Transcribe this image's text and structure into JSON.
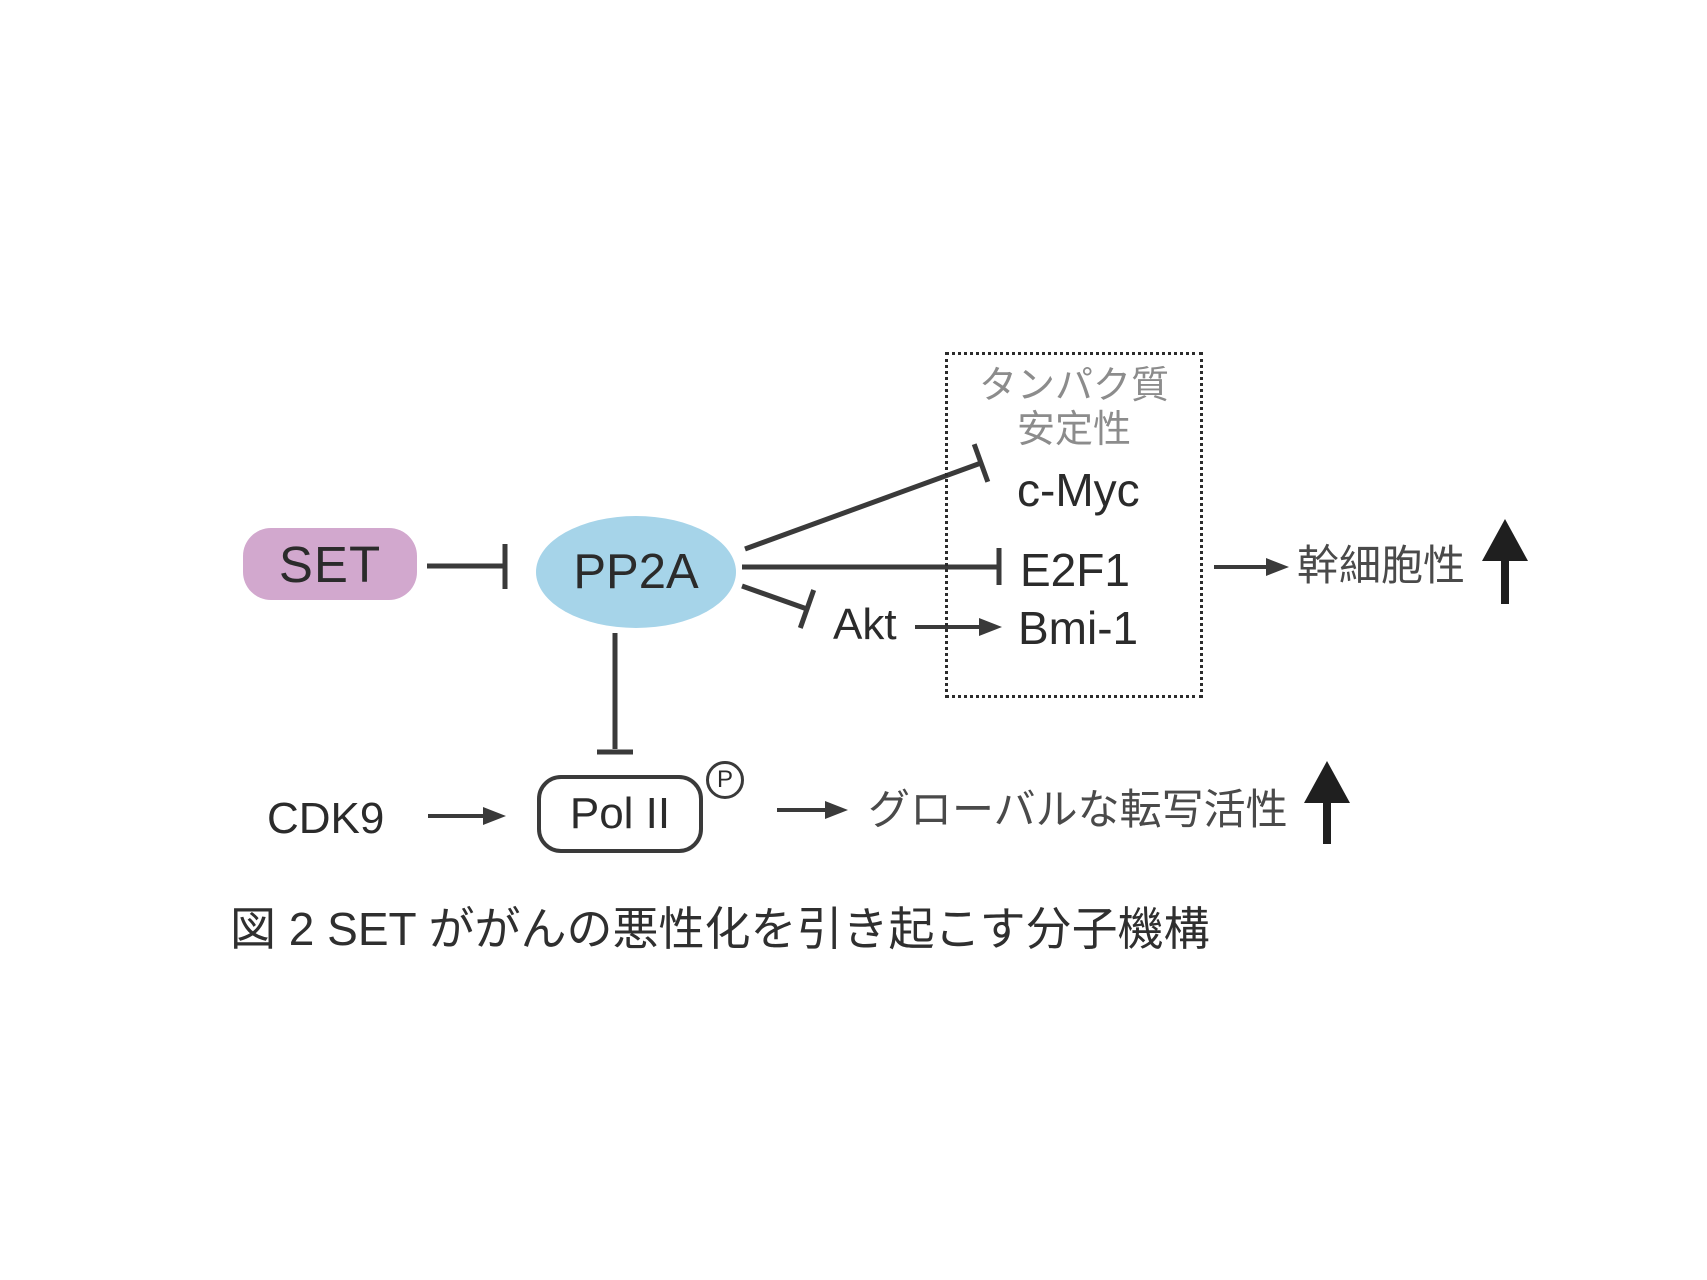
{
  "figure": {
    "caption": "図 2 SET ががんの悪性化を引き起こす分子機構",
    "nodes": {
      "set": {
        "label": "SET"
      },
      "pp2a": {
        "label": "PP2A"
      },
      "cmyc": {
        "label": "c-Myc"
      },
      "e2f1": {
        "label": "E2F1"
      },
      "akt": {
        "label": "Akt"
      },
      "bmi1": {
        "label": "Bmi-1"
      },
      "cdk9": {
        "label": "CDK9"
      },
      "polii": {
        "label": "Pol II",
        "modification": "P"
      }
    },
    "labels": {
      "protein_stability": [
        "タンパク質",
        "安定性"
      ],
      "stemness": "幹細胞性",
      "global_transcription": "グローバルな転写活性"
    },
    "relations": [
      {
        "source": "SET",
        "target": "PP2A",
        "type": "inhibits"
      },
      {
        "source": "PP2A",
        "target": "c-Myc",
        "type": "inhibits"
      },
      {
        "source": "PP2A",
        "target": "E2F1",
        "type": "inhibits"
      },
      {
        "source": "PP2A",
        "target": "Akt",
        "type": "inhibits"
      },
      {
        "source": "Akt",
        "target": "Bmi-1",
        "type": "activates"
      },
      {
        "source": "タンパク質安定性",
        "target": "幹細胞性",
        "type": "activates"
      },
      {
        "source": "幹細胞性",
        "type": "increases"
      },
      {
        "source": "PP2A",
        "target": "Pol II",
        "type": "inhibits"
      },
      {
        "source": "CDK9",
        "target": "Pol II",
        "type": "activates"
      },
      {
        "source": "Pol II",
        "target": "グローバルな転写活性",
        "type": "activates"
      },
      {
        "source": "グローバルな転写活性",
        "type": "increases"
      }
    ],
    "colors": {
      "set_fill": "#d2a8ce",
      "pp2a_fill": "#a6d4e9",
      "line": "#3a3a3a",
      "gray_text": "#8c8c8c",
      "dark_text": "#2b2b2b",
      "background": "#ffffff"
    }
  }
}
